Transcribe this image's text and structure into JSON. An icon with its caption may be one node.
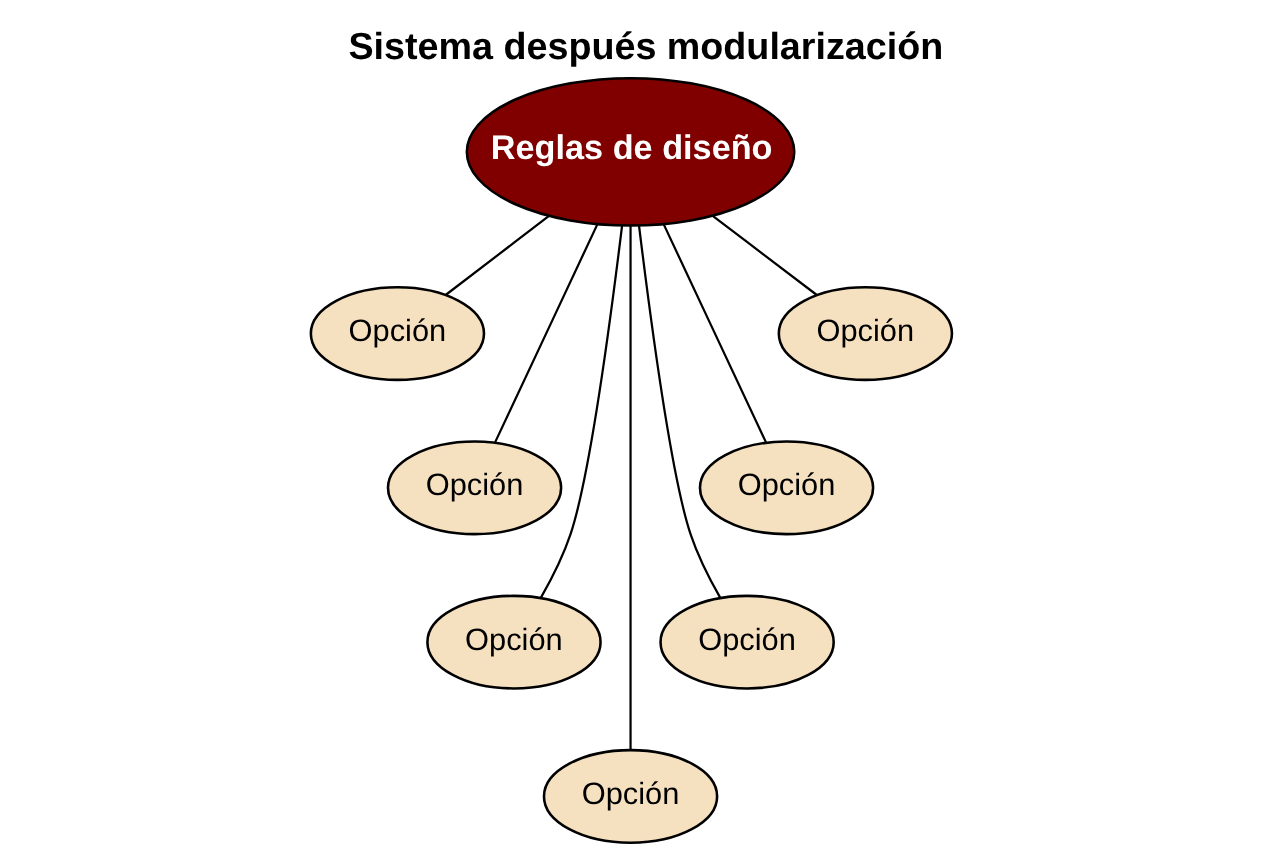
{
  "diagram": {
    "title": "Sistema después modularización",
    "nodes": [
      {
        "text": [
          "Reglas de diseño"
        ]
      },
      {
        "text": [
          "Opción"
        ]
      },
      {
        "text": [
          "Opción"
        ]
      },
      {
        "text": [
          "Opción"
        ]
      },
      {
        "text": [
          "Opción"
        ]
      },
      {
        "text": [
          "Opción"
        ]
      },
      {
        "text": [
          "Opción"
        ]
      },
      {
        "text": [
          "Opción"
        ]
      }
    ],
    "edges": [
      {
        "from": 0,
        "to": 1,
        "arrow": "none"
      },
      {
        "from": 0,
        "to": 2,
        "arrow": "none"
      },
      {
        "from": 0,
        "to": 3,
        "arrow": "none"
      },
      {
        "from": 0,
        "to": 4,
        "arrow": "none"
      },
      {
        "from": 0,
        "to": 5,
        "arrow": "none"
      },
      {
        "from": 0,
        "to": 6,
        "arrow": "none"
      },
      {
        "from": 0,
        "to": 7,
        "arrow": "none"
      }
    ]
  }
}
